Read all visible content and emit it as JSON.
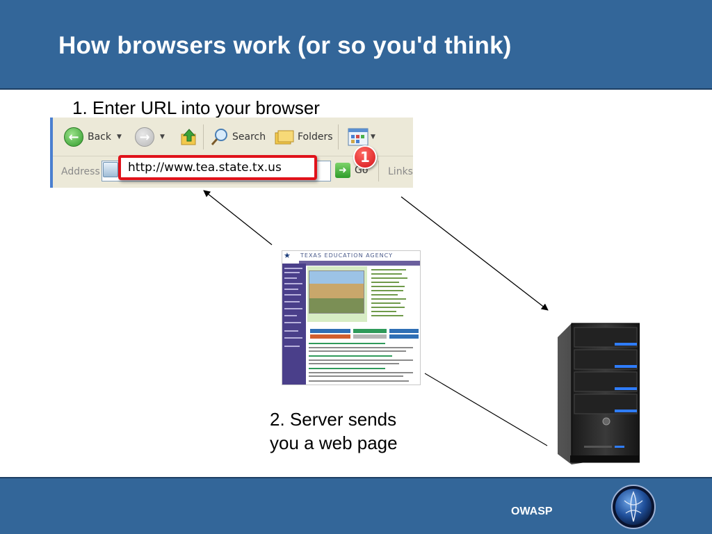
{
  "slide": {
    "title": "How browsers work (or so you'd think)",
    "step1": "1. Enter URL into your browser",
    "step2_line1": "2. Server sends",
    "step2_line2": "you a web page",
    "footer_label": "OWASP"
  },
  "browser": {
    "toolbar": {
      "back_label": "Back",
      "search_label": "Search",
      "folders_label": "Folders"
    },
    "address_label": "Address",
    "url_value": "http://www.tea.state.tx.us",
    "go_label": "Go",
    "links_label": "Links",
    "callout_number": "1"
  },
  "webpage": {
    "header_text": "TEXAS EDUCATION AGENCY"
  },
  "colors": {
    "band": "#336699",
    "highlight": "#e0121a",
    "server_led": "#2f7dff"
  }
}
